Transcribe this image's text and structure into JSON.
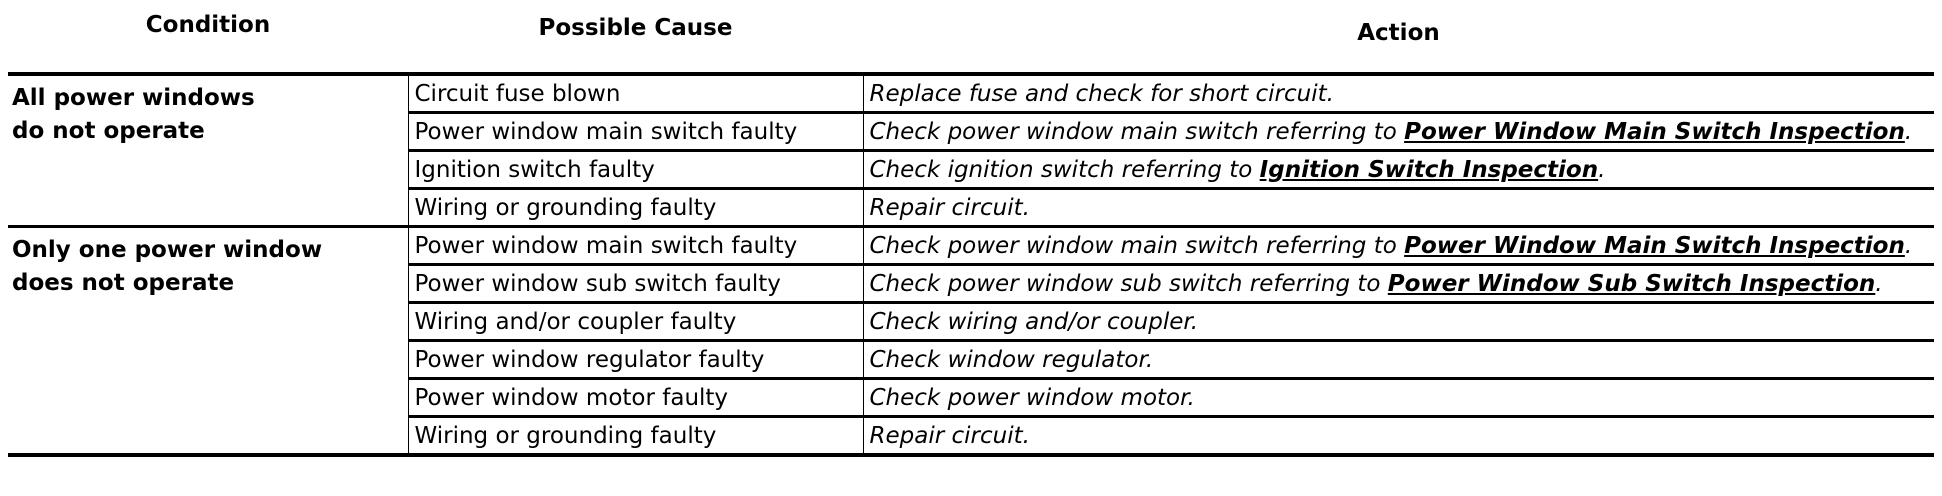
{
  "headers": {
    "condition": "Condition",
    "cause": "Possible Cause",
    "action": "Action"
  },
  "groups": [
    {
      "condition_line1": "All power windows",
      "condition_line2": "do not operate",
      "rows": [
        {
          "cause": "Circuit fuse blown",
          "action_text": "Replace fuse and check for short circuit.",
          "action_ref": "",
          "action_tail": ""
        },
        {
          "cause": "Power window main switch faulty",
          "action_text": "Check power window main switch referring to ",
          "action_ref": "Power Window Main Switch Inspection",
          "action_tail": "."
        },
        {
          "cause": "Ignition switch faulty",
          "action_text": "Check ignition switch referring to ",
          "action_ref": "Ignition Switch Inspection",
          "action_tail": "."
        },
        {
          "cause": "Wiring or grounding faulty",
          "action_text": "Repair circuit.",
          "action_ref": "",
          "action_tail": ""
        }
      ]
    },
    {
      "condition_line1": "Only one power window",
      "condition_line2": "does not operate",
      "rows": [
        {
          "cause": "Power window main switch faulty",
          "action_text": "Check power window main switch referring to ",
          "action_ref": "Power Window Main Switch Inspection",
          "action_tail": "."
        },
        {
          "cause": "Power window sub switch faulty",
          "action_text": "Check power window sub switch referring to ",
          "action_ref": "Power Window Sub Switch Inspection",
          "action_tail": "."
        },
        {
          "cause": "Wiring and/or coupler faulty",
          "action_text": "Check wiring and/or coupler.",
          "action_ref": "",
          "action_tail": ""
        },
        {
          "cause": "Power window regulator faulty",
          "action_text": "Check window regulator.",
          "action_ref": "",
          "action_tail": ""
        },
        {
          "cause": "Power window motor faulty",
          "action_text": "Check power window motor.",
          "action_ref": "",
          "action_tail": ""
        },
        {
          "cause": "Wiring or grounding faulty",
          "action_text": "Repair circuit.",
          "action_ref": "",
          "action_tail": ""
        }
      ]
    }
  ]
}
